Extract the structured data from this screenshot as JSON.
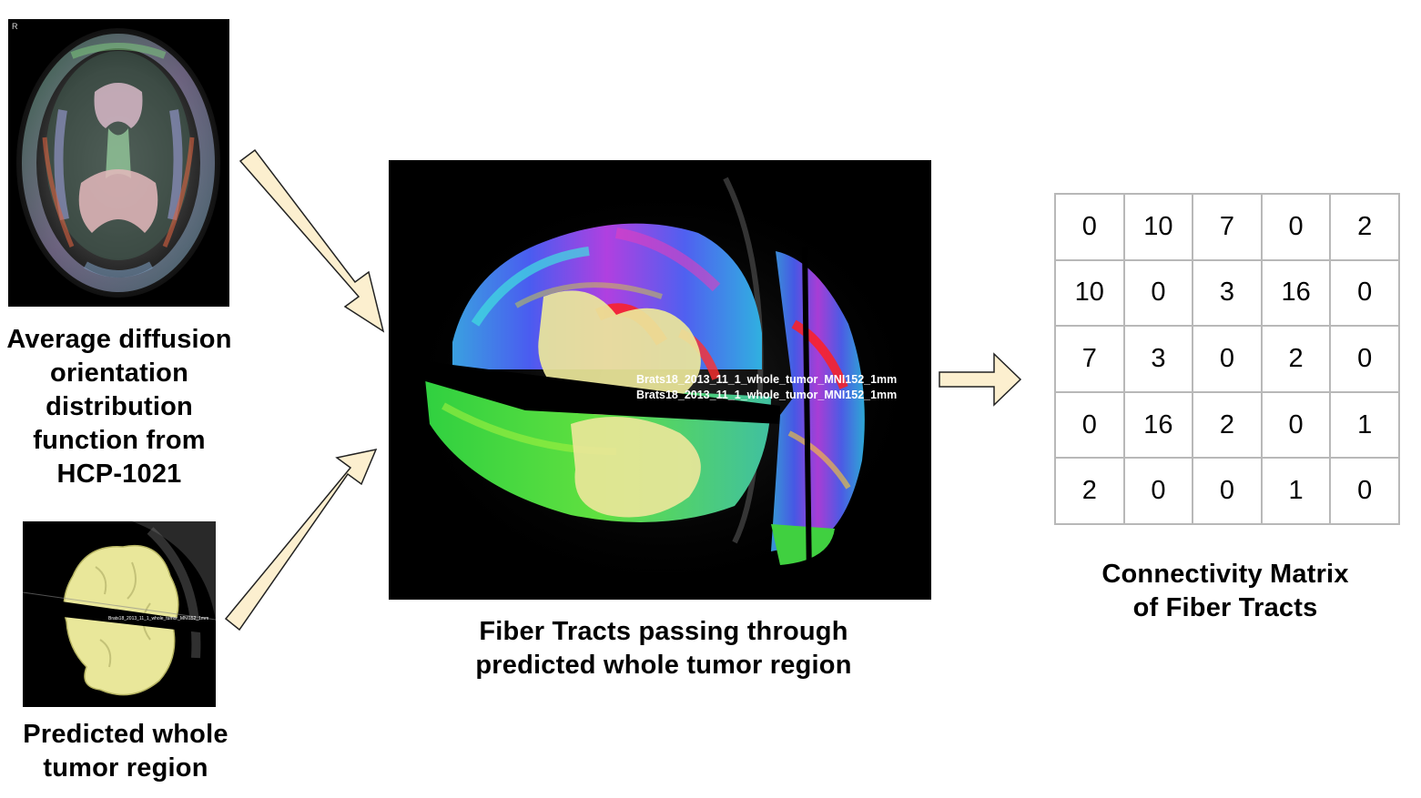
{
  "captions": {
    "odf": [
      "Average diffusion",
      "orientation",
      "distribution",
      "function from",
      "HCP-1021"
    ],
    "tumor": [
      "Predicted whole",
      "tumor region"
    ],
    "fiber": [
      "Fiber Tracts passing through",
      "predicted whole tumor region"
    ],
    "matrix": [
      "Connectivity Matrix",
      "of Fiber Tracts"
    ]
  },
  "odf_image": {
    "corner_label": "R"
  },
  "tumor_image": {
    "overlay_label": "Brats18_2013_11_1_whole_tumor_MNI152_1mm"
  },
  "fiber_image": {
    "overlay_lines": [
      "Brats18_2013_11_1_whole_tumor_MNI152_1mm",
      "Brats18_2013_11_1_whole_tumor_MNI152_1mm"
    ]
  },
  "matrix": {
    "rows": [
      [
        "0",
        "10",
        "7",
        "0",
        "2"
      ],
      [
        "10",
        "0",
        "3",
        "16",
        "0"
      ],
      [
        "7",
        "3",
        "0",
        "2",
        "0"
      ],
      [
        "0",
        "16",
        "2",
        "0",
        "1"
      ],
      [
        "2",
        "0",
        "0",
        "1",
        "0"
      ]
    ]
  },
  "colors": {
    "arrow_fill": "#fcefcf",
    "arrow_stroke": "#222222",
    "matrix_border": "#b8b8b8",
    "tumor": "#e9e79a"
  }
}
